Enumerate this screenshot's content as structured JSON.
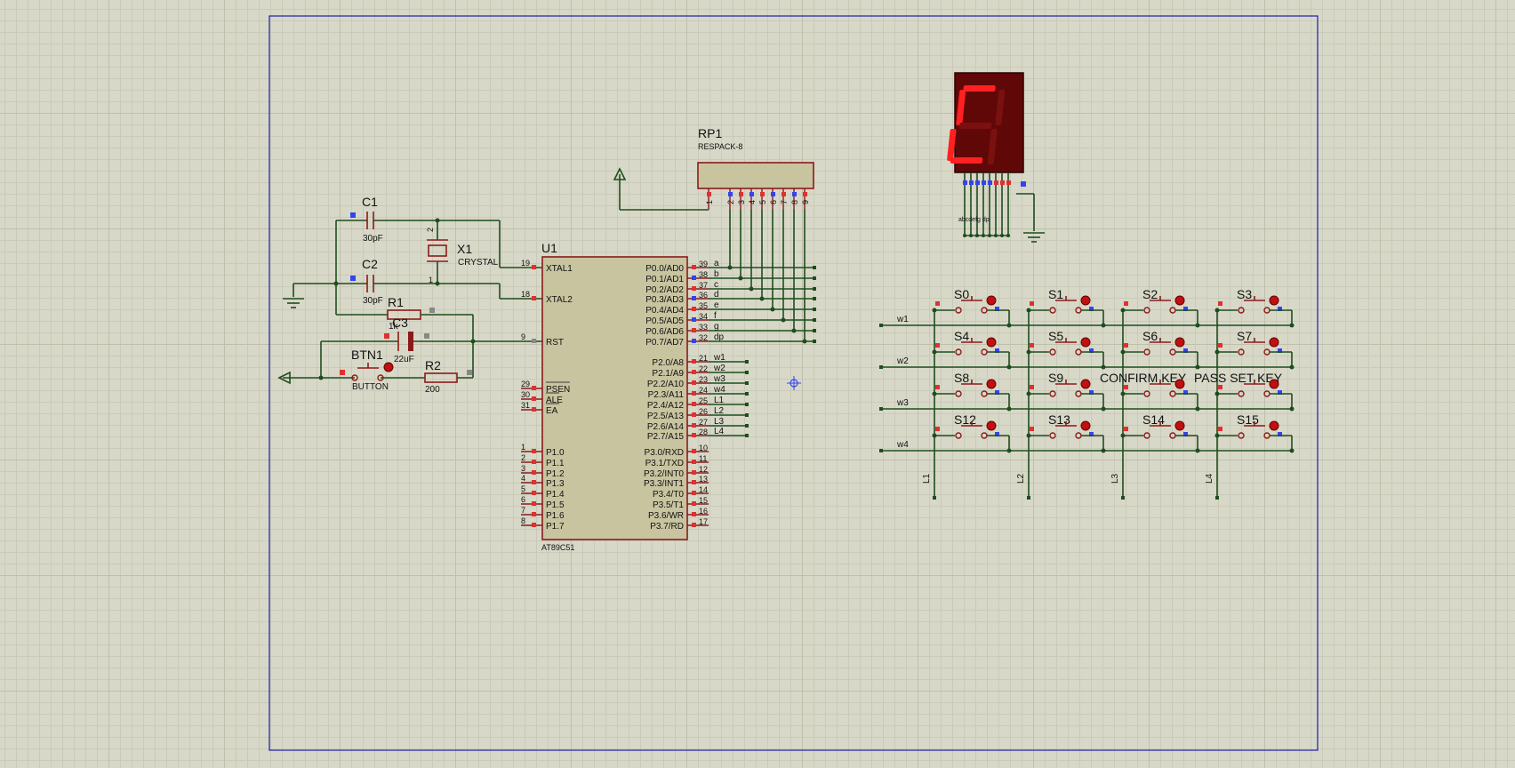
{
  "colors": {
    "wire": "#1e4d1e",
    "part": "#8b1a1a",
    "chip_fill": "#c8c4a0",
    "frame": "#1a1aa8",
    "segment_on": "#ff2020",
    "segment_bg": "#600808"
  },
  "u1": {
    "ref": "U1",
    "part": "AT89C51",
    "left_pins": [
      {
        "num": "19",
        "name": "XTAL1"
      },
      {
        "num": "18",
        "name": "XTAL2"
      },
      {
        "num": "9",
        "name": "RST"
      },
      {
        "num": "29",
        "name": "PSEN"
      },
      {
        "num": "30",
        "name": "ALE"
      },
      {
        "num": "31",
        "name": "EA"
      },
      {
        "num": "1",
        "name": "P1.0"
      },
      {
        "num": "2",
        "name": "P1.1"
      },
      {
        "num": "3",
        "name": "P1.2"
      },
      {
        "num": "4",
        "name": "P1.3"
      },
      {
        "num": "5",
        "name": "P1.4"
      },
      {
        "num": "6",
        "name": "P1.5"
      },
      {
        "num": "7",
        "name": "P1.6"
      },
      {
        "num": "8",
        "name": "P1.7"
      }
    ],
    "right_pins": [
      {
        "num": "39",
        "name": "P0.0/AD0",
        "net": "a"
      },
      {
        "num": "38",
        "name": "P0.1/AD1",
        "net": "b"
      },
      {
        "num": "37",
        "name": "P0.2/AD2",
        "net": "c"
      },
      {
        "num": "36",
        "name": "P0.3/AD3",
        "net": "d"
      },
      {
        "num": "35",
        "name": "P0.4/AD4",
        "net": "e"
      },
      {
        "num": "34",
        "name": "P0.5/AD5",
        "net": "f"
      },
      {
        "num": "33",
        "name": "P0.6/AD6",
        "net": "g"
      },
      {
        "num": "32",
        "name": "P0.7/AD7",
        "net": "dp"
      },
      {
        "num": "21",
        "name": "P2.0/A8",
        "net": "w1"
      },
      {
        "num": "22",
        "name": "P2.1/A9",
        "net": "w2"
      },
      {
        "num": "23",
        "name": "P2.2/A10",
        "net": "w3"
      },
      {
        "num": "24",
        "name": "P2.3/A11",
        "net": "w4"
      },
      {
        "num": "25",
        "name": "P2.4/A12",
        "net": "L1"
      },
      {
        "num": "26",
        "name": "P2.5/A13",
        "net": "L2"
      },
      {
        "num": "27",
        "name": "P2.6/A14",
        "net": "L3"
      },
      {
        "num": "28",
        "name": "P2.7/A15",
        "net": "L4"
      },
      {
        "num": "10",
        "name": "P3.0/RXD",
        "net": ""
      },
      {
        "num": "11",
        "name": "P3.1/TXD",
        "net": ""
      },
      {
        "num": "12",
        "name": "P3.2/INT0",
        "net": ""
      },
      {
        "num": "13",
        "name": "P3.3/INT1",
        "net": ""
      },
      {
        "num": "14",
        "name": "P3.4/T0",
        "net": ""
      },
      {
        "num": "15",
        "name": "P3.5/T1",
        "net": ""
      },
      {
        "num": "16",
        "name": "P3.6/WR",
        "net": ""
      },
      {
        "num": "17",
        "name": "P3.7/RD",
        "net": ""
      }
    ]
  },
  "rp1": {
    "ref": "RP1",
    "value": "RESPACK-8",
    "pins": [
      "1",
      "2",
      "3",
      "4",
      "5",
      "6",
      "7",
      "8",
      "9"
    ]
  },
  "c1": {
    "ref": "C1",
    "value": "30pF"
  },
  "c2": {
    "ref": "C2",
    "value": "30pF"
  },
  "x1": {
    "ref": "X1",
    "value": "CRYSTAL",
    "pins": [
      "2",
      "1"
    ]
  },
  "r1": {
    "ref": "R1",
    "value": "1k"
  },
  "c3": {
    "ref": "C3",
    "value": "22uF"
  },
  "btn1": {
    "ref": "BTN1",
    "value": "BUTTON"
  },
  "r2": {
    "ref": "R2",
    "value": "200"
  },
  "display": {
    "segments_on": [
      "a",
      "f",
      "e",
      "d"
    ],
    "pin_labels": "abcdefg dp"
  },
  "keypad": {
    "row_nets": [
      "w1",
      "w2",
      "w3",
      "w4"
    ],
    "col_nets": [
      "L1",
      "L2",
      "L3",
      "L4"
    ],
    "keys": [
      [
        "S0",
        "S1",
        "S2",
        "S3"
      ],
      [
        "S4",
        "S5",
        "S6",
        "S7"
      ],
      [
        "S8",
        "S9",
        "CONFIRM KEY",
        "PASS SET KEY"
      ],
      [
        "S12",
        "S13",
        "S14",
        "S15"
      ]
    ]
  }
}
